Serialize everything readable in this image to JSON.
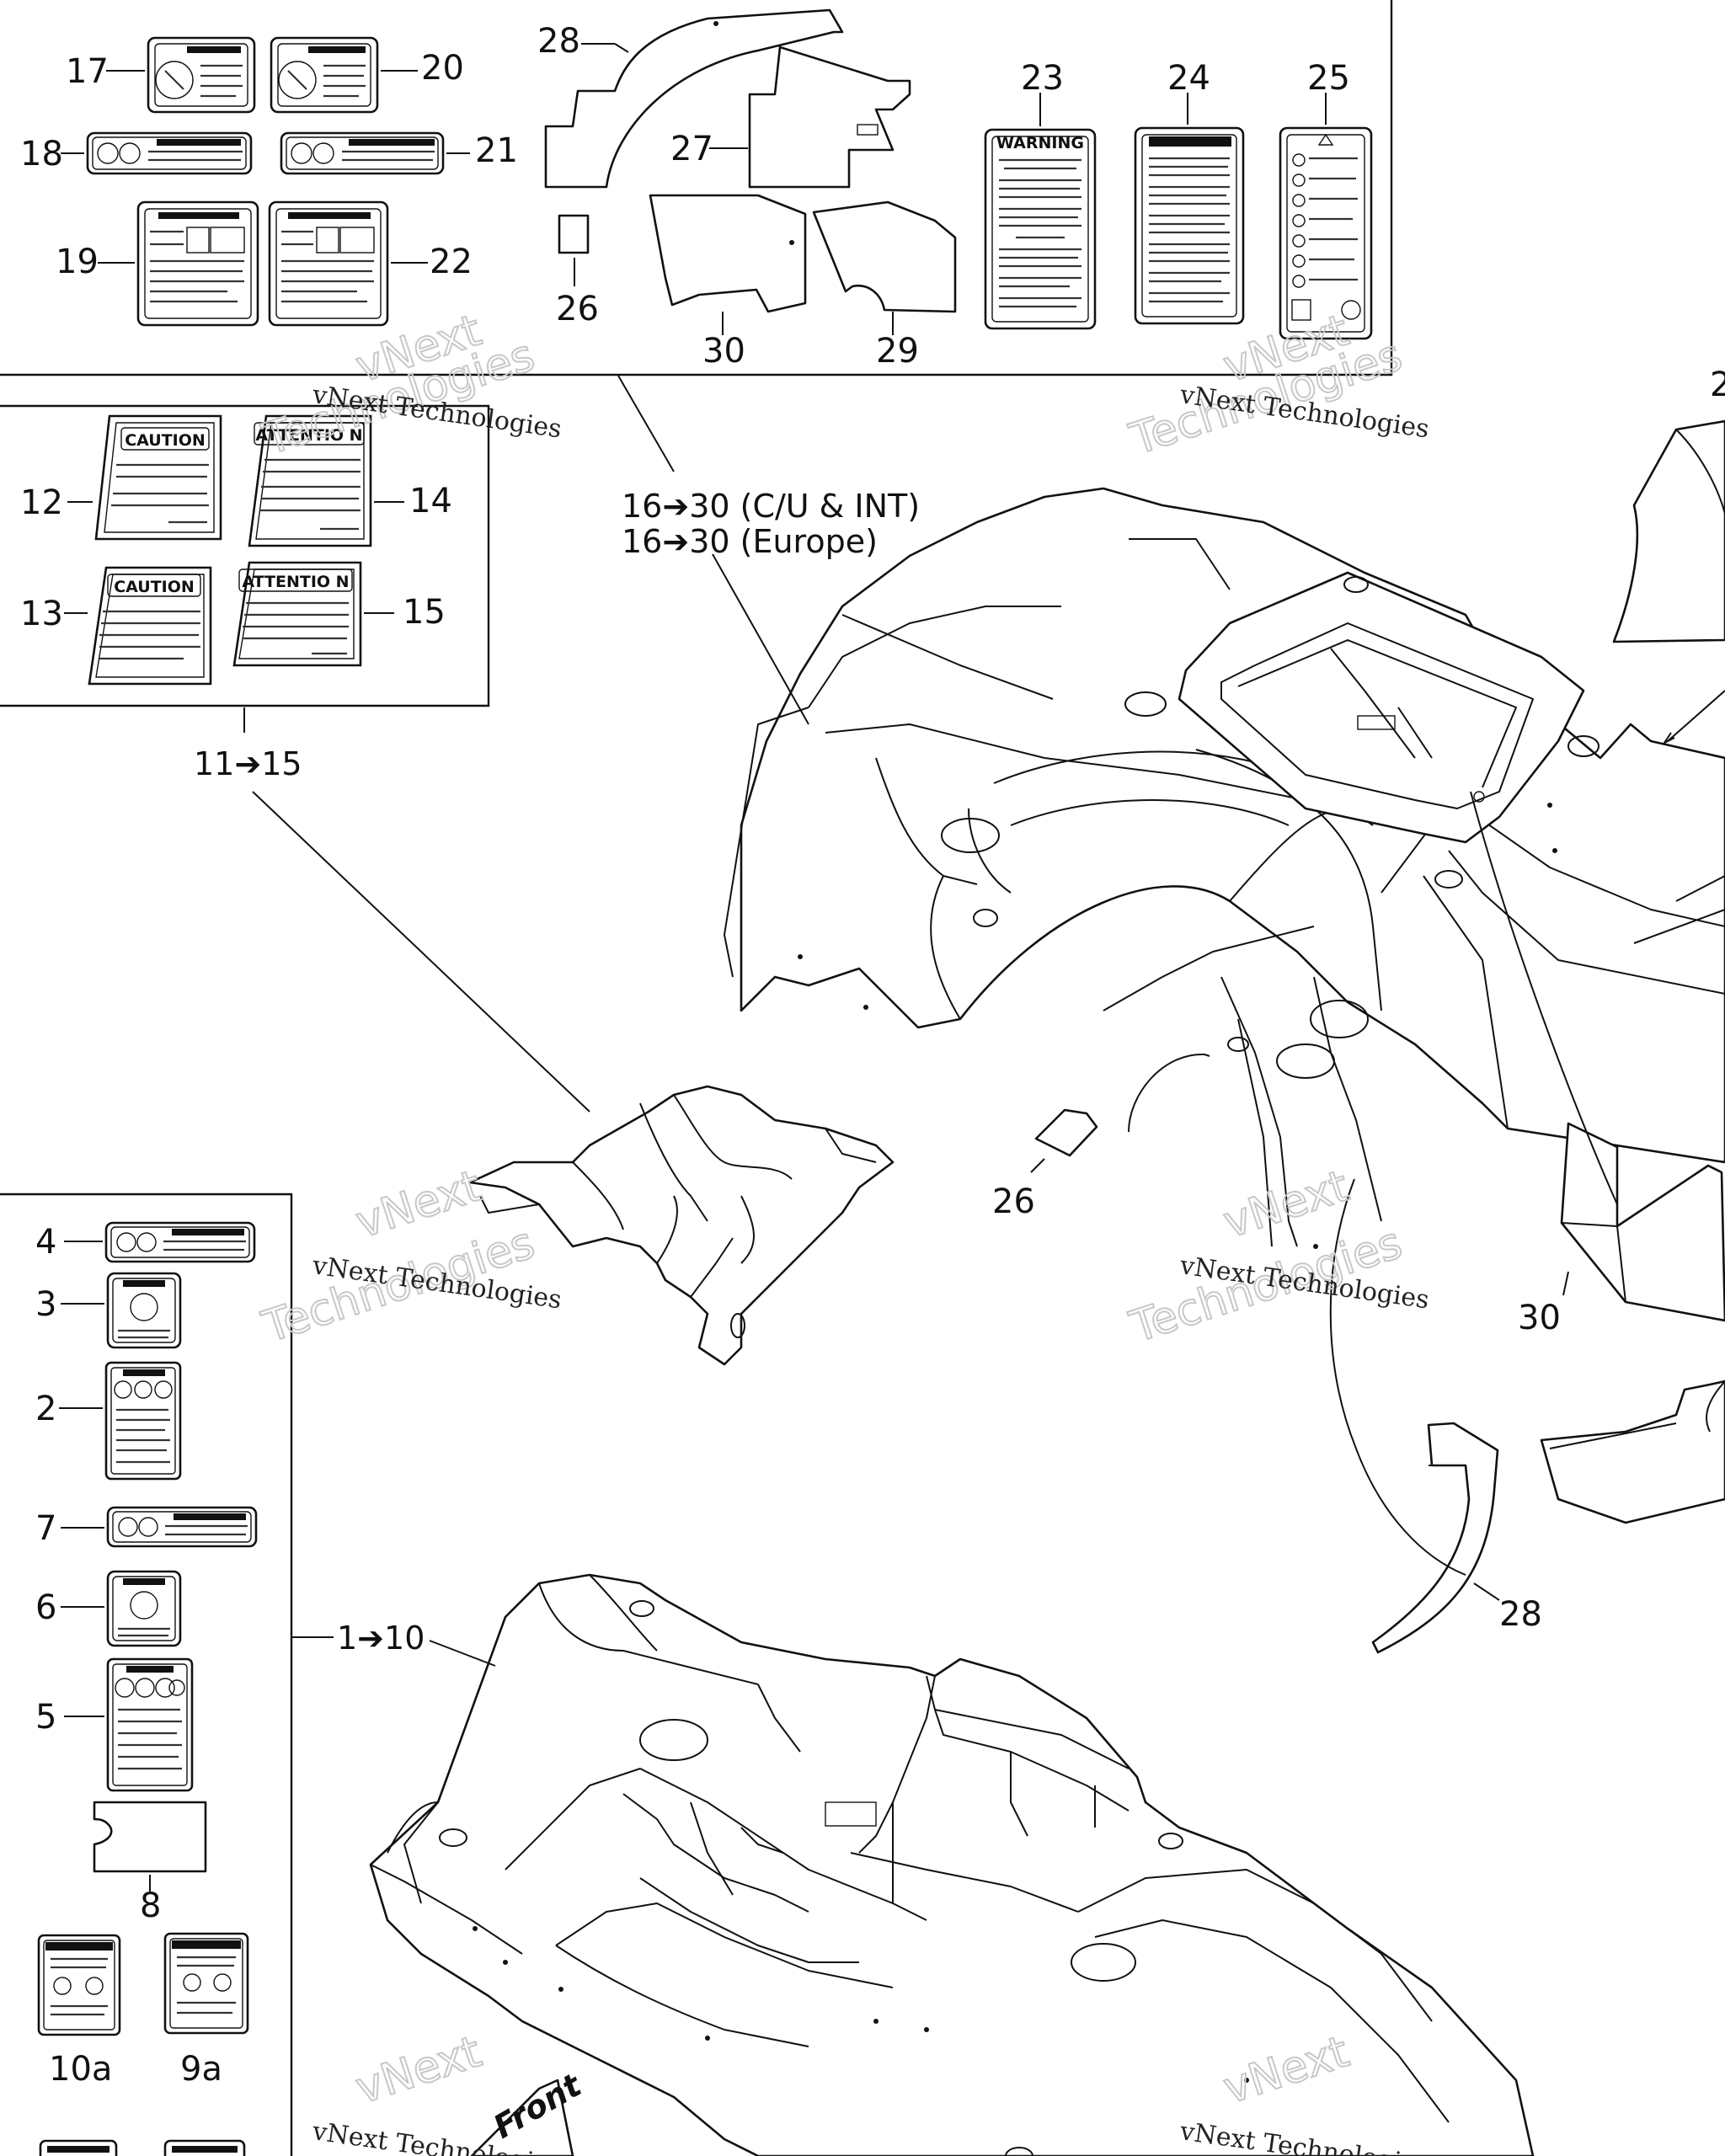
{
  "diagram": {
    "callouts": [
      {
        "id": "17",
        "label": "17"
      },
      {
        "id": "20",
        "label": "20"
      },
      {
        "id": "18",
        "label": "18"
      },
      {
        "id": "21",
        "label": "21"
      },
      {
        "id": "19",
        "label": "19"
      },
      {
        "id": "22",
        "label": "22"
      },
      {
        "id": "28a",
        "label": "28"
      },
      {
        "id": "27",
        "label": "27"
      },
      {
        "id": "26a",
        "label": "26"
      },
      {
        "id": "30a",
        "label": "30"
      },
      {
        "id": "29",
        "label": "29"
      },
      {
        "id": "23",
        "label": "23"
      },
      {
        "id": "24",
        "label": "24"
      },
      {
        "id": "25",
        "label": "25"
      },
      {
        "id": "12",
        "label": "12"
      },
      {
        "id": "14",
        "label": "14"
      },
      {
        "id": "13",
        "label": "13"
      },
      {
        "id": "15",
        "label": "15"
      },
      {
        "id": "26b",
        "label": "26"
      },
      {
        "id": "30b",
        "label": "30"
      },
      {
        "id": "28b",
        "label": "28"
      },
      {
        "id": "4",
        "label": "4"
      },
      {
        "id": "3",
        "label": "3"
      },
      {
        "id": "2",
        "label": "2"
      },
      {
        "id": "7",
        "label": "7"
      },
      {
        "id": "6",
        "label": "6"
      },
      {
        "id": "5",
        "label": "5"
      },
      {
        "id": "8",
        "label": "8"
      },
      {
        "id": "10a",
        "label": "10a"
      },
      {
        "id": "9a",
        "label": "9a"
      },
      {
        "id": "edge",
        "label": "2"
      }
    ],
    "ranges": {
      "range_16_30_cu": "16➔30 (C/U & INT)",
      "range_16_30_eu": "16➔30 (Europe)",
      "range_11_15": "11➔15",
      "range_1_10": "1➔10"
    },
    "decal_titles": {
      "caution": "CAUTION",
      "attention": "ATTENTIO N",
      "warning": "WARNING"
    },
    "watermark": {
      "line1": "vNext Technologies",
      "line2a": "vNext",
      "line2b": "Technologies"
    },
    "front_marker": "Front"
  }
}
